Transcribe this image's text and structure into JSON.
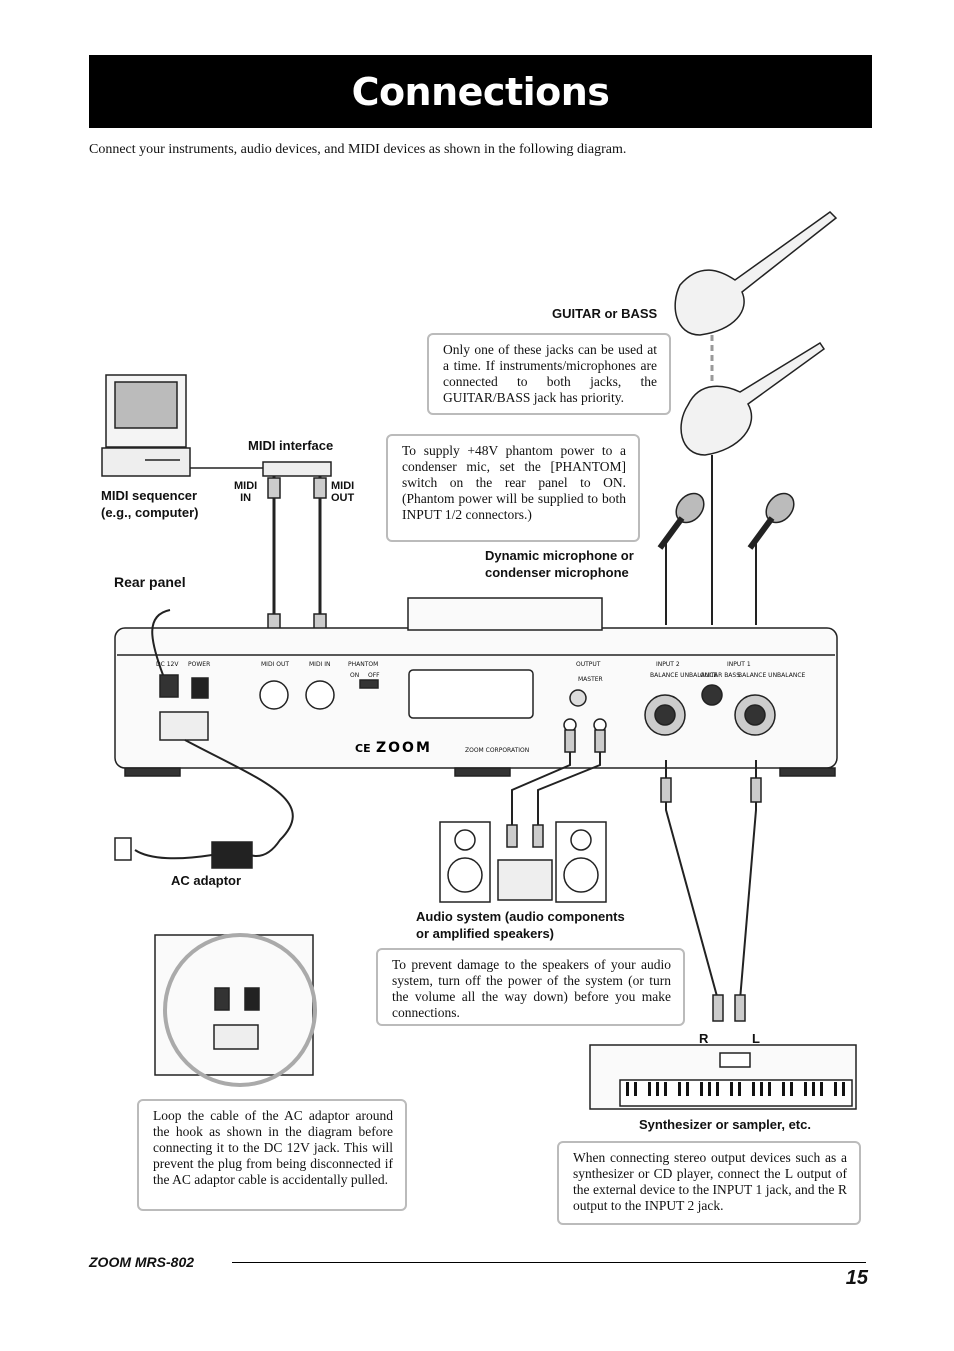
{
  "title": "Connections",
  "intro": "Connect your instruments, audio devices, and MIDI devices as shown in the following diagram.",
  "labels": {
    "guitar": "GUITAR or BASS",
    "midi_interface": "MIDI interface",
    "midi_in": "MIDI\nIN",
    "midi_out": "MIDI\nOUT",
    "midi_sequencer": "MIDI sequencer\n(e.g., computer)",
    "rear_panel": "Rear panel",
    "microphone": "Dynamic microphone or\ncondenser microphone",
    "ac_adaptor": "AC adaptor",
    "audio_system": "Audio system (audio components\nor amplified speakers)",
    "synth": "Synthesizer or sampler, etc.",
    "r": "R",
    "l": "L"
  },
  "panel_text": {
    "dc12v": "DC 12V",
    "power": "POWER",
    "midi_out": "MIDI OUT",
    "midi_in": "MIDI IN",
    "phantom": "PHANTOM",
    "on": "ON",
    "off": "OFF",
    "output": "OUTPUT",
    "master": "MASTER",
    "input2": "INPUT 2",
    "input1": "INPUT 1",
    "guitar_bass": "GUITAR BASS",
    "balance": "BALANCE UNBALANCE",
    "brand": "ZOOM",
    "corp": "ZOOM CORPORATION",
    "ce": "CE"
  },
  "notes": {
    "jack_priority": "Only one of these jacks can be used at a time. If instruments/microphones are connected to both jacks, the GUITAR/BASS jack has priority.",
    "phantom": "To supply +48V phantom power to a condenser mic, set the [PHANTOM] switch on the rear panel to ON. (Phantom power will be supplied to both INPUT 1/2 connectors.)",
    "speakers": "To prevent damage to the speakers of your audio system, turn off the power of the system (or turn the volume all the way down) before you make connections.",
    "ac_loop": "Loop the cable of the AC adaptor around the hook as shown in the diagram before connecting it to the DC 12V jack. This will prevent the plug from being disconnected if the AC adaptor cable is accidentally pulled.",
    "stereo": "When connecting stereo output devices such as a synthesizer or CD player, connect the L output of the external device to the INPUT 1 jack, and the R output to the INPUT 2 jack."
  },
  "footer": {
    "model": "ZOOM MRS-802",
    "page": "15"
  }
}
